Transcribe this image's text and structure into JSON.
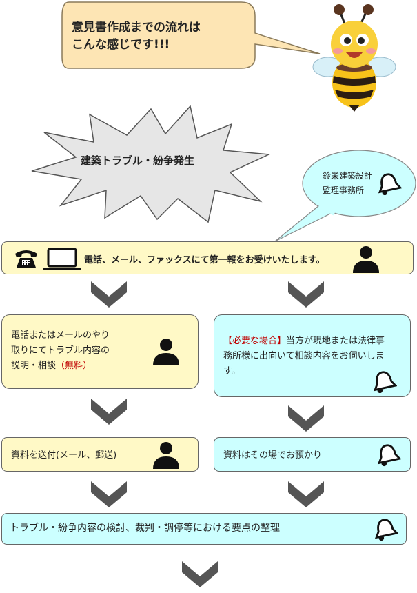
{
  "speech": {
    "line1": "意見書作成までの流れは",
    "line2": "こんな感じです!!!"
  },
  "burst": {
    "label": "建築トラブル・紛争発生"
  },
  "office_bubble": {
    "line1": "鈴栄建築設計",
    "line2": "監理事務所"
  },
  "first_contact": {
    "text": "電話、メール、ファックスにて第一報をお受けいたします。"
  },
  "left_step1": {
    "line1": "電話またはメールのやり",
    "line2": "取りにてトラブル内容の",
    "line3_a": "説明・相談",
    "line3_b": "（無料）"
  },
  "right_step1": {
    "tag": "【必要な場合】",
    "line1_rest": "当方が現地または法律事",
    "line2": "務所様に出向いて相談内容をお伺いしま",
    "line3": "す。"
  },
  "left_step2": {
    "text": "資料を送付(メール、郵送)"
  },
  "right_step2": {
    "text": "資料はその場でお預かり"
  },
  "final_step": {
    "text": "トラブル・紛争内容の検討、裁判・調停等における要点の整理"
  },
  "colors": {
    "yellow_box": "#fff9c6",
    "cyan_box": "#ccffff",
    "chevron": "#555555",
    "red_text": "#c00000"
  },
  "icons": [
    "bee-mascot",
    "phone-icon",
    "laptop-icon",
    "person-icon",
    "bell-icon",
    "chevron-down-icon"
  ]
}
